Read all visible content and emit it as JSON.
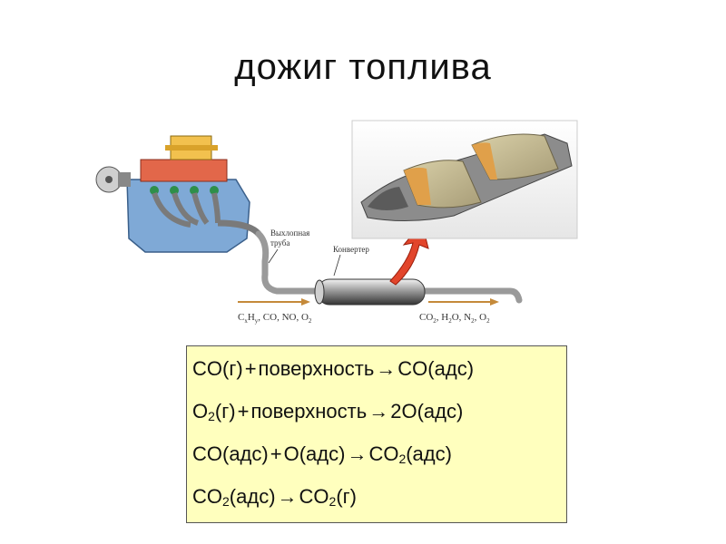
{
  "title": "дожиг топлива",
  "diagram": {
    "exhaust_pipe_label_line1": "Выхлопная",
    "exhaust_pipe_label_line2": "труба",
    "converter_label": "Конвертер",
    "input_gases": [
      "C",
      "x",
      "H",
      "y",
      ", CO, NO, O",
      "2"
    ],
    "output_gases": [
      "CO",
      "2",
      ", H",
      "2",
      "O, N",
      "2",
      ", O",
      "2"
    ]
  },
  "equations": [
    {
      "lhs1": "CO(г)",
      "plus": "+",
      "lhs2": "поверхность",
      "arrow": "→",
      "rhs": "CO(адс)"
    },
    {
      "lhs1_main": "O",
      "lhs1_sub": "2",
      "lhs1_tail": "(г)",
      "plus": "+",
      "lhs2": "поверхность",
      "arrow": "→",
      "rhs": "2O(адс)"
    },
    {
      "lhs1": "CO(адс)",
      "plus": "+",
      "lhs2": "O(адс)",
      "arrow": "→",
      "rhs_main": "CO",
      "rhs_sub": "2",
      "rhs_tail": "(адс)"
    },
    {
      "lhs1_main": "CO",
      "lhs1_sub": "2",
      "lhs1_tail": "(адс)",
      "arrow": "→",
      "rhs_main": "CO",
      "rhs_sub": "2",
      "rhs_tail": "(г)"
    }
  ],
  "colors": {
    "engine_block": "#7fa9d6",
    "engine_top": "#e2674a",
    "air_filter": "#f2c14e",
    "pipe": "#9a9a9a",
    "arrow": "#e2452b",
    "equation_box": "#ffffbe"
  }
}
